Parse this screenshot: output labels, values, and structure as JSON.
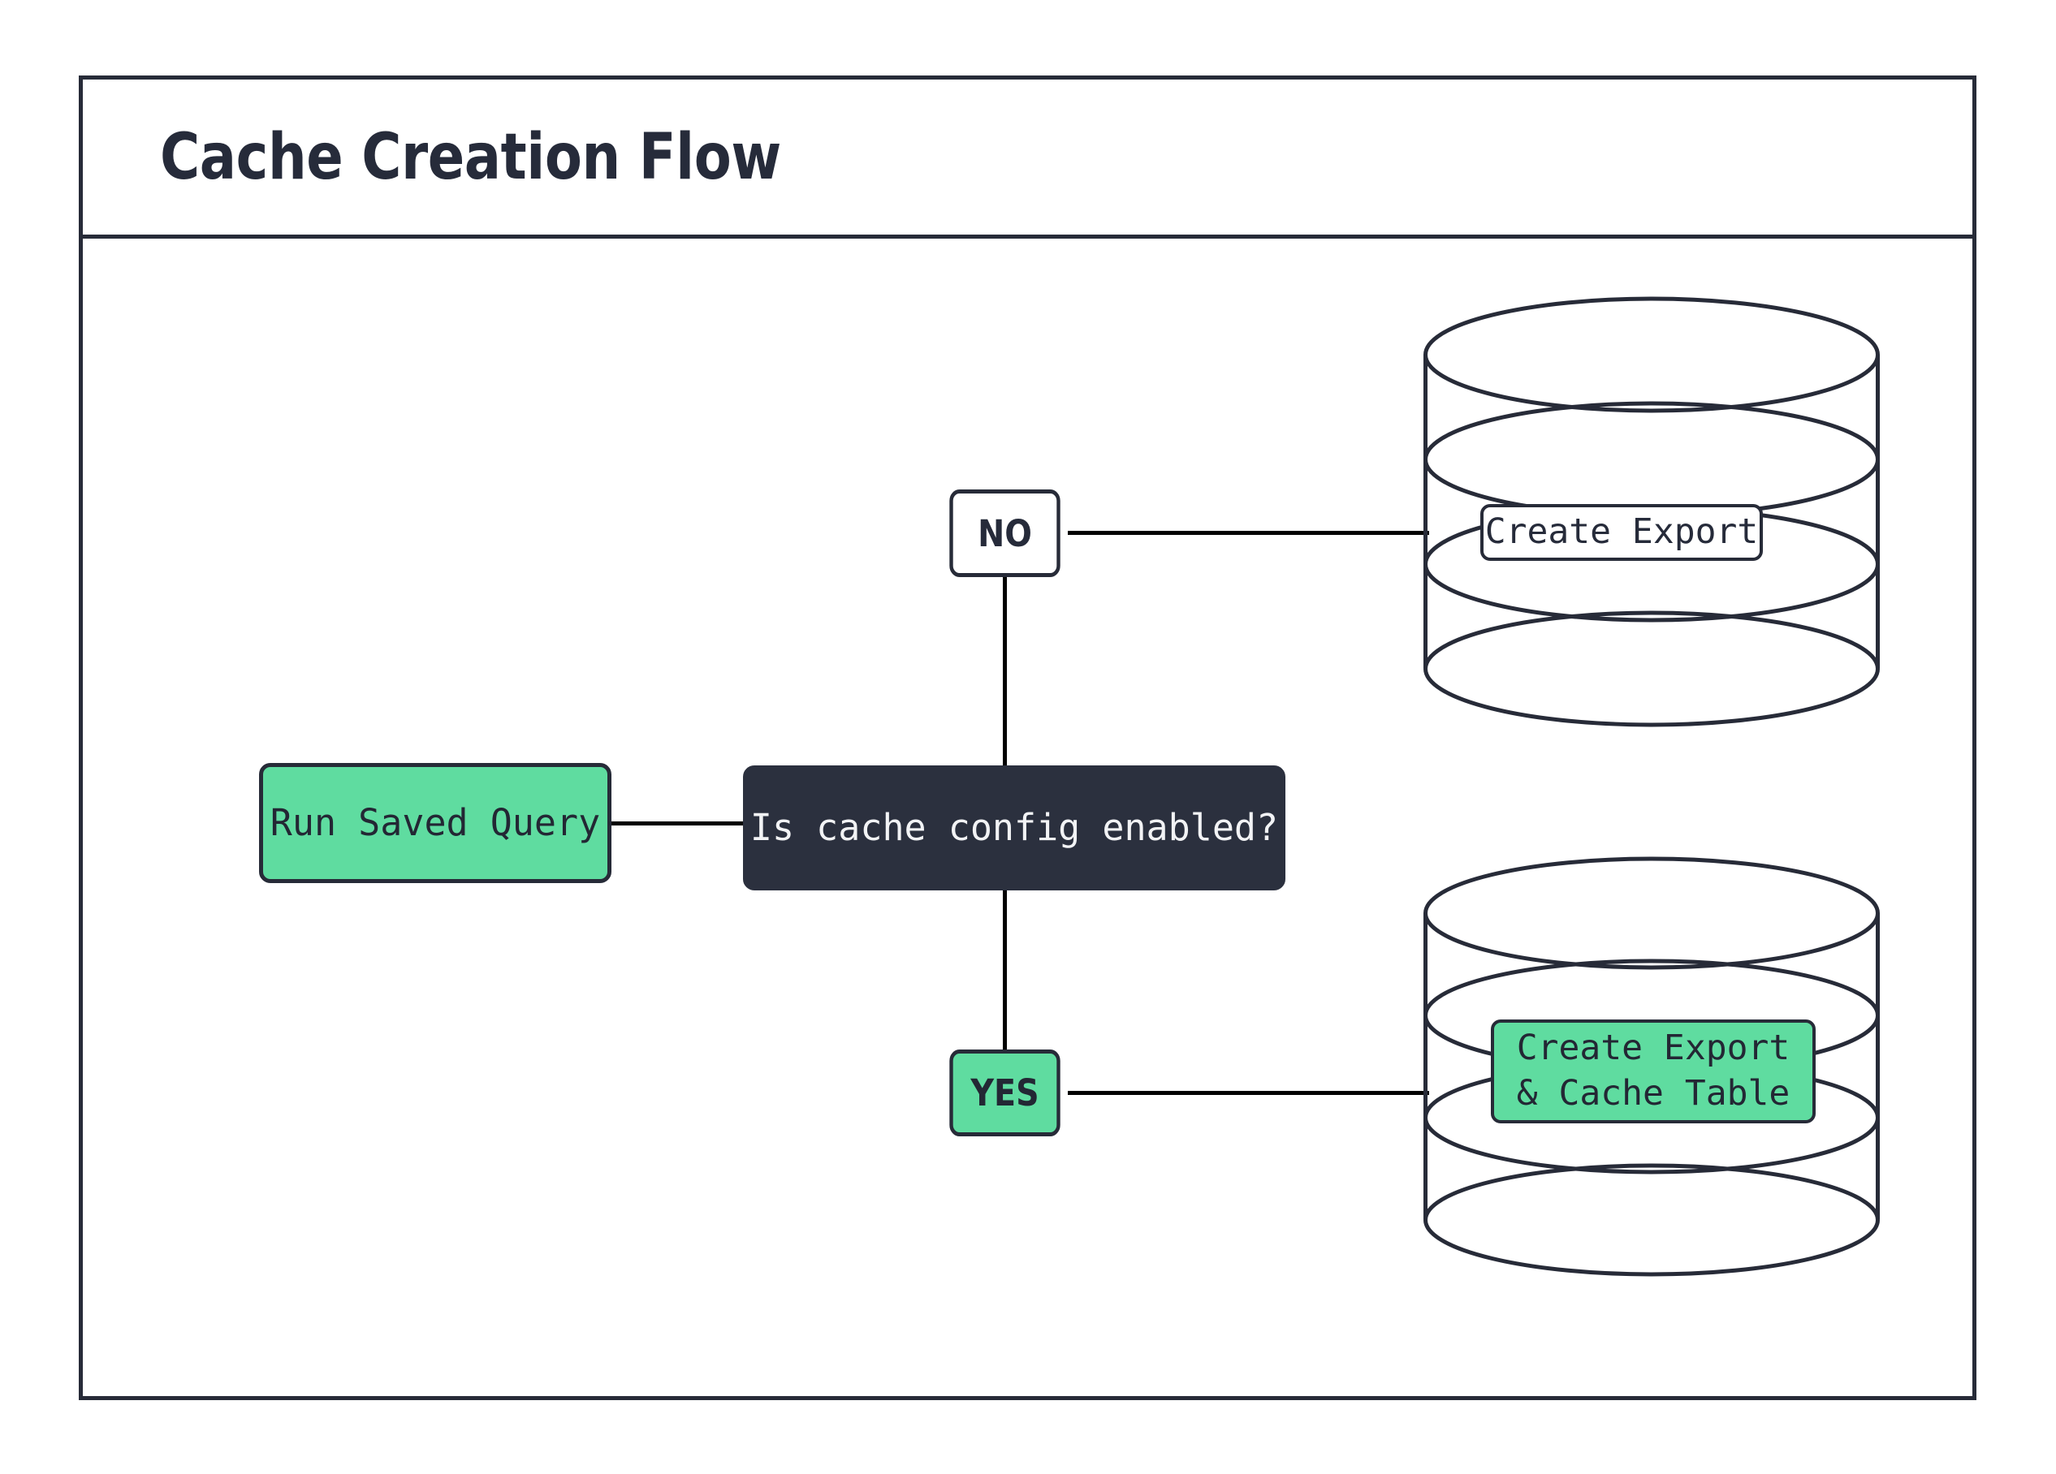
{
  "diagram": {
    "title": "Cache Creation Flow",
    "type": "flowchart",
    "colors": {
      "accent_green": "#5fdca0",
      "dark_navy": "#272b38",
      "decision_fill": "#2b303e",
      "canvas": "#ffffff",
      "line": "#000000"
    },
    "nodes": {
      "start": {
        "label": "Run Saved Query",
        "shape": "rounded-rect",
        "fill": "#5fdca0"
      },
      "decision": {
        "label": "Is cache config enabled?",
        "shape": "rounded-rect",
        "fill": "#2b303e"
      },
      "branch_no": {
        "label": "NO",
        "shape": "rounded-rect",
        "fill": "#ffffff"
      },
      "branch_yes": {
        "label": "YES",
        "shape": "rounded-rect",
        "fill": "#5fdca0"
      },
      "database_no": {
        "label": "Create Export",
        "shape": "cylinder",
        "fill": "#ffffff"
      },
      "database_yes": {
        "label": "Create Export\n& Cache Table",
        "shape": "cylinder",
        "fill": "#5fdca0"
      }
    },
    "edges": [
      {
        "from": "start",
        "to": "decision",
        "label": ""
      },
      {
        "from": "decision",
        "to": "branch_no",
        "label": "NO"
      },
      {
        "from": "decision",
        "to": "branch_yes",
        "label": "YES"
      },
      {
        "from": "branch_no",
        "to": "database_no",
        "label": ""
      },
      {
        "from": "branch_yes",
        "to": "database_yes",
        "label": ""
      }
    ]
  }
}
